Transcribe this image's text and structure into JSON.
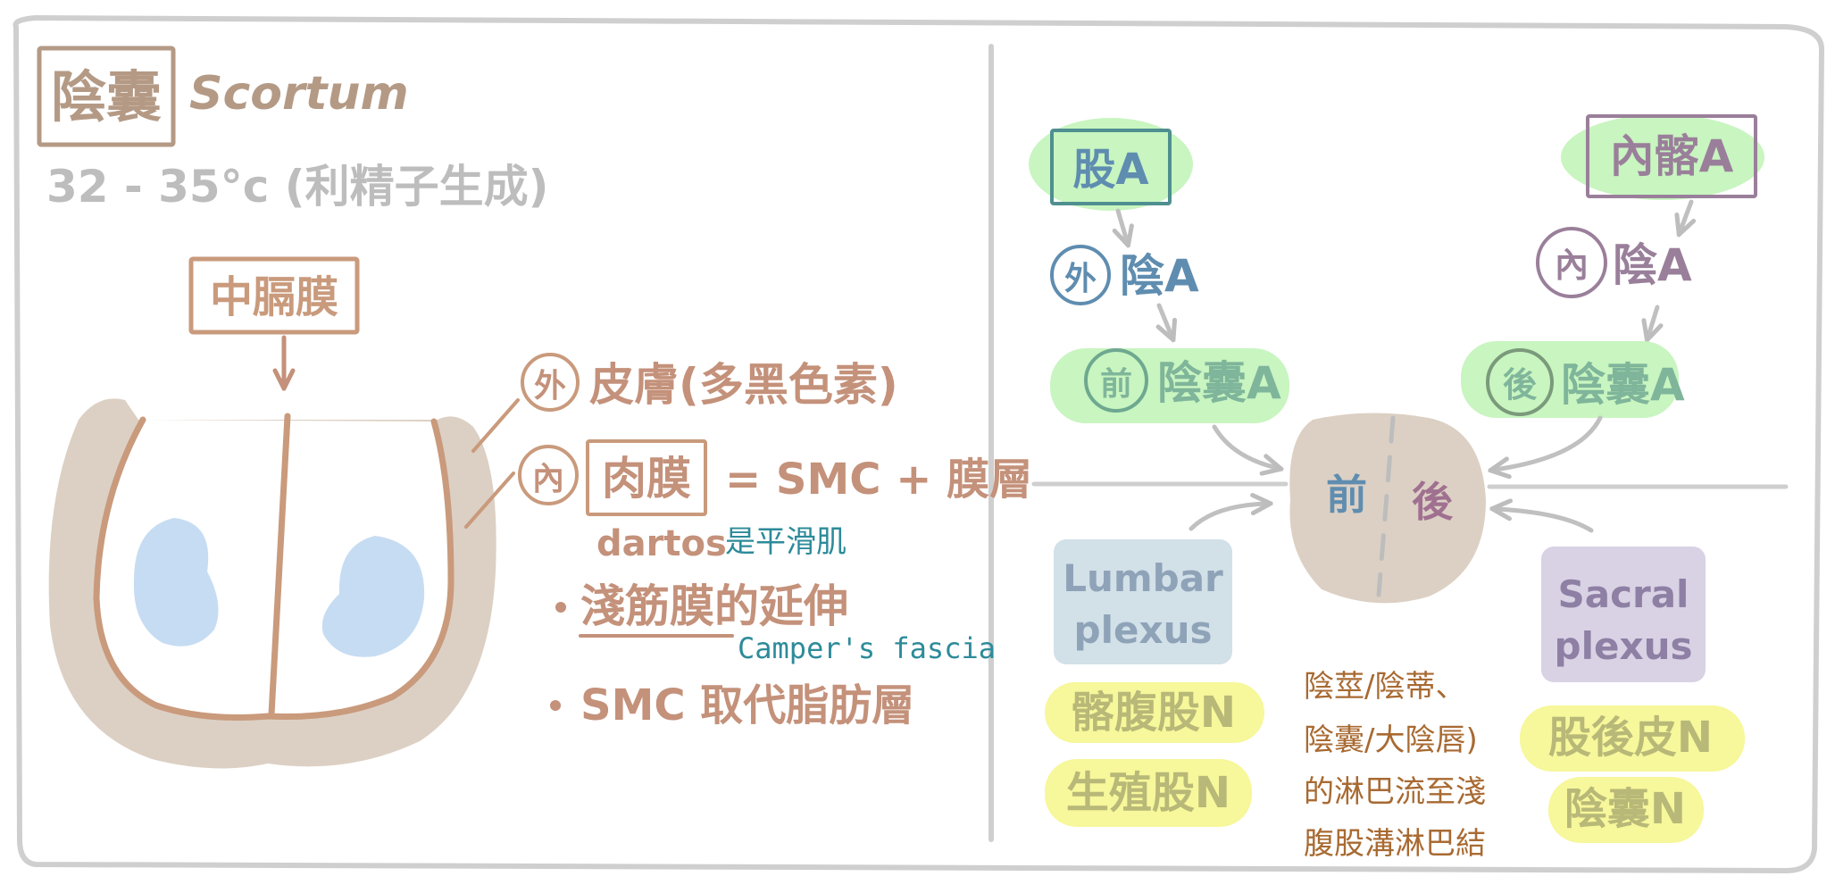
{
  "colors": {
    "frame": "#cfcfcf",
    "title": "#b49a85",
    "skin": "#dcd0c4",
    "septum": "#c99a7c",
    "testis": "#c6dcf2",
    "note": "#c4917a",
    "teal": "#2d8b9a",
    "green_hl": "#c8f5c0",
    "yellow_hl": "#f7f79b",
    "blue_box": "#d2e0e8",
    "purple_box": "#d9d2e4",
    "femoral": "#5f8db0",
    "internal": "#9a7f9a",
    "lymph": "#a86a32",
    "yellow_text": "#b8b878",
    "green_text": "#7fb59a",
    "arrow": "#c0c0c0"
  },
  "left": {
    "title_cn": "陰囊",
    "title_en": "Scortum",
    "temp": "32 - 35°c (利精子生成)",
    "septum_label": "中膈膜",
    "outer_mark": "外",
    "outer_text": "皮膚(多黑色素)",
    "inner_mark": "內",
    "inner_box": "肉膜",
    "inner_eq": "= SMC + 膜層",
    "dartos": "dartos",
    "dartos_note": "是平滑肌",
    "bullet1": "淺筋膜的延伸",
    "camper": "Camper's fascia",
    "bullet2": "SMC 取代脂肪層"
  },
  "right": {
    "femoral_a": "股A",
    "ext_mark": "外",
    "ext_pudendal": "陰A",
    "ant_mark": "前",
    "ant_scrotal": "陰囊A",
    "int_iliac": "內髂A",
    "int_mark": "內",
    "int_pudendal": "陰A",
    "post_mark": "後",
    "post_scrotal": "陰囊A",
    "front": "前",
    "back": "後",
    "lumbar_l1": "Lumbar",
    "lumbar_l2": "plexus",
    "sacral_l1": "Sacral",
    "sacral_l2": "plexus",
    "ilioinguinal": "髂腹股N",
    "genitofemoral": "生殖股N",
    "lymph_1": "陰莖/陰蒂、",
    "lymph_2": "陰囊/大陰唇)",
    "lymph_3": "的淋巴流至淺",
    "lymph_4": "腹股溝淋巴結",
    "post_femoral_cut": "股後皮N",
    "scrotal_n": "陰囊N"
  }
}
